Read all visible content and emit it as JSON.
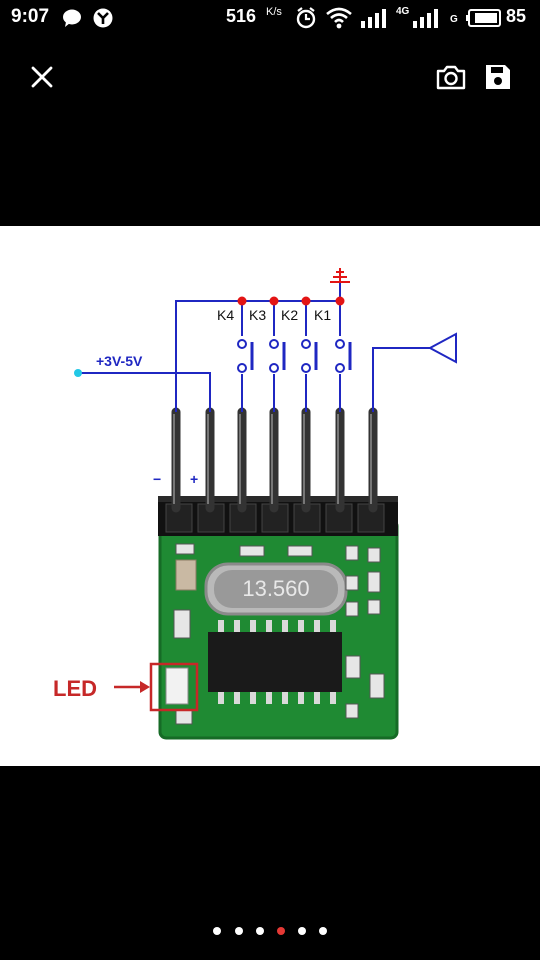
{
  "status_bar": {
    "time": "9:07",
    "net_speed": "516",
    "net_speed_unit": "K/s",
    "network_4g": "4G",
    "network_g": "G",
    "battery": "85",
    "icons": [
      "chat-bubble-icon",
      "app-notification-icon",
      "alarm-icon",
      "wifi-icon",
      "signal-bars-icon",
      "battery-icon"
    ]
  },
  "toolbar": {
    "close_icon": "close-icon",
    "screenshot_icon": "camera-icon",
    "save_icon": "save-icon"
  },
  "diagram": {
    "supply_label": "+3V-5V",
    "keys": [
      "K4",
      "K3",
      "K2",
      "K1"
    ],
    "minus_label": "−",
    "plus_label": "+",
    "crystal_label": "13.560",
    "led_label": "LED",
    "colors": {
      "wire": "#1f27c2",
      "junction": "#e31414",
      "pcb": "#1f8a33",
      "led_marker": "#c62828"
    }
  },
  "pager": {
    "count": 6,
    "active_index": 3
  }
}
